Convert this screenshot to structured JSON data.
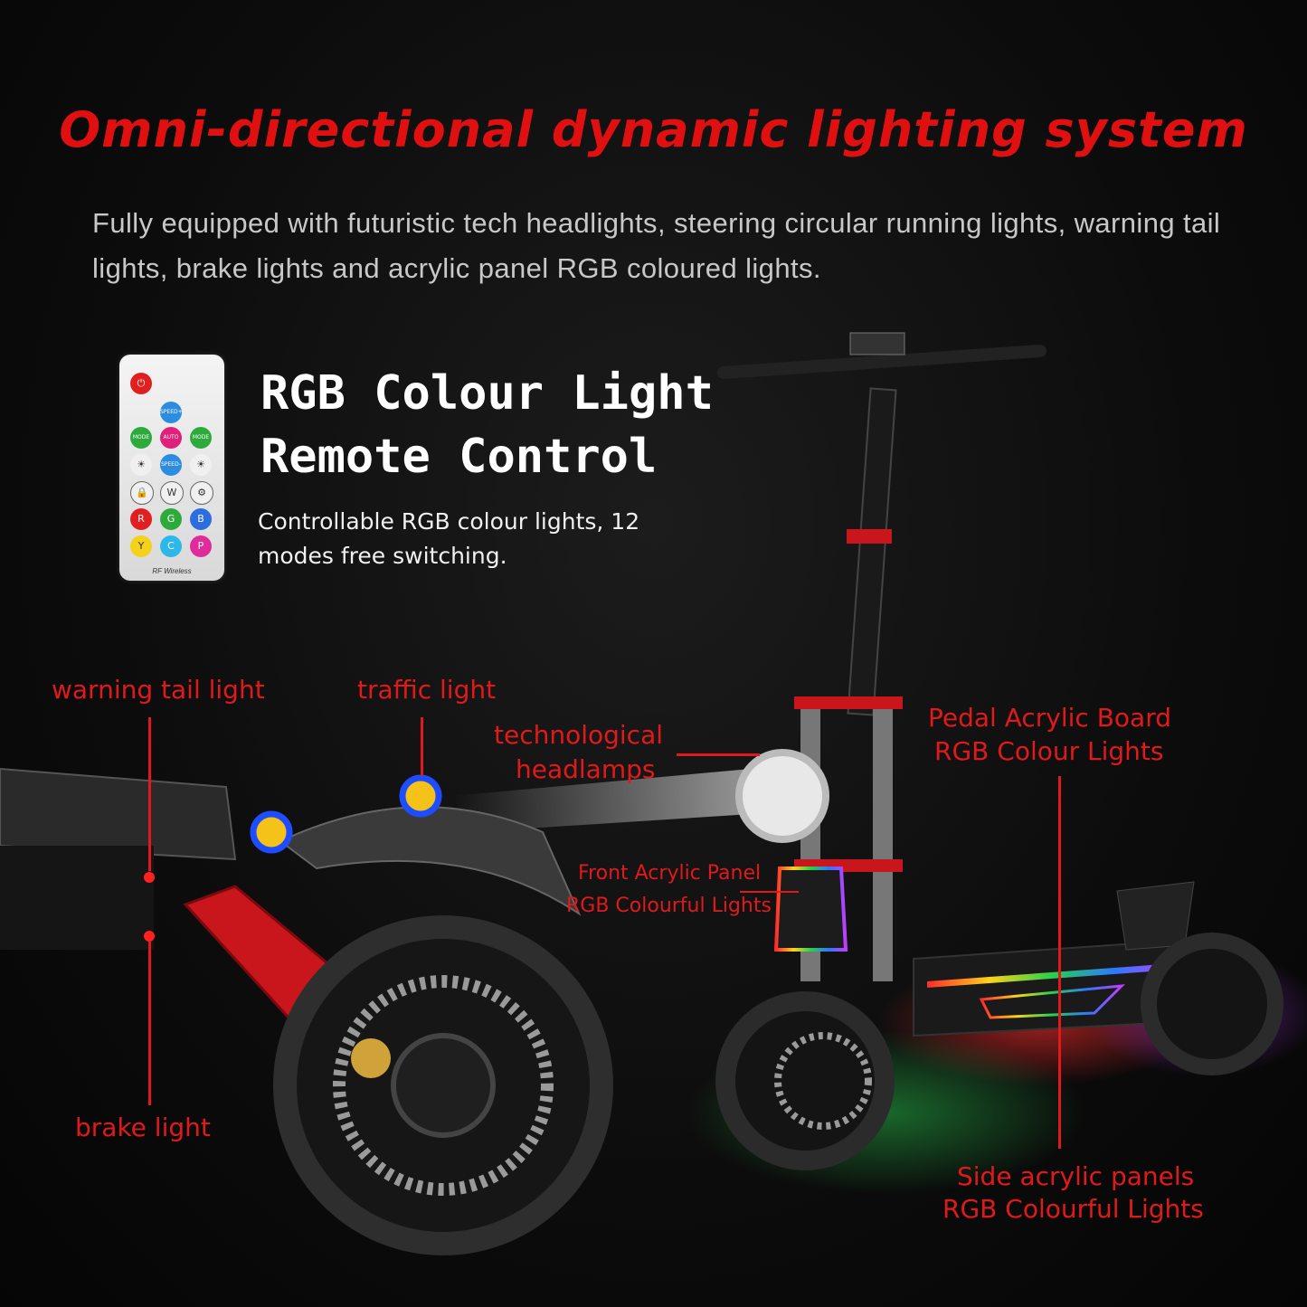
{
  "heading": "Omni-directional dynamic lighting system",
  "intro": "Fully equipped with futuristic tech headlights, steering circular running lights, warning tail lights, brake lights and acrylic panel RGB coloured lights.",
  "remote_card": {
    "title_line1": "RGB Colour Light",
    "title_line2": "Remote Control",
    "description": "Controllable RGB colour lights, 12 modes free switching.",
    "caption": "RF Wireless",
    "buttons": [
      "⏻",
      "SPEED+",
      "MODE",
      "AUTO",
      "MODE",
      "☀",
      "SPEED-",
      "☀",
      "🔒",
      "W",
      "⚙",
      "R",
      "G",
      "B",
      "Y",
      "C",
      "P"
    ]
  },
  "callouts": {
    "warning_tail_light": "warning tail light",
    "traffic_light": "traffic light",
    "tech_headlamps_1": "technological",
    "tech_headlamps_2": "headlamps",
    "pedal_board_1": "Pedal Acrylic Board",
    "pedal_board_2": "RGB Colour Lights",
    "front_panel_1": "Front Acrylic Panel",
    "front_panel_2": "RGB Colourful Lights",
    "brake_light": "brake light",
    "side_panels_1": "Side acrylic panels",
    "side_panels_2": "RGB Colourful Lights"
  },
  "colors": {
    "accent": "#e01a1a",
    "background": "#0c0c0c",
    "text": "#c8c8c8"
  }
}
